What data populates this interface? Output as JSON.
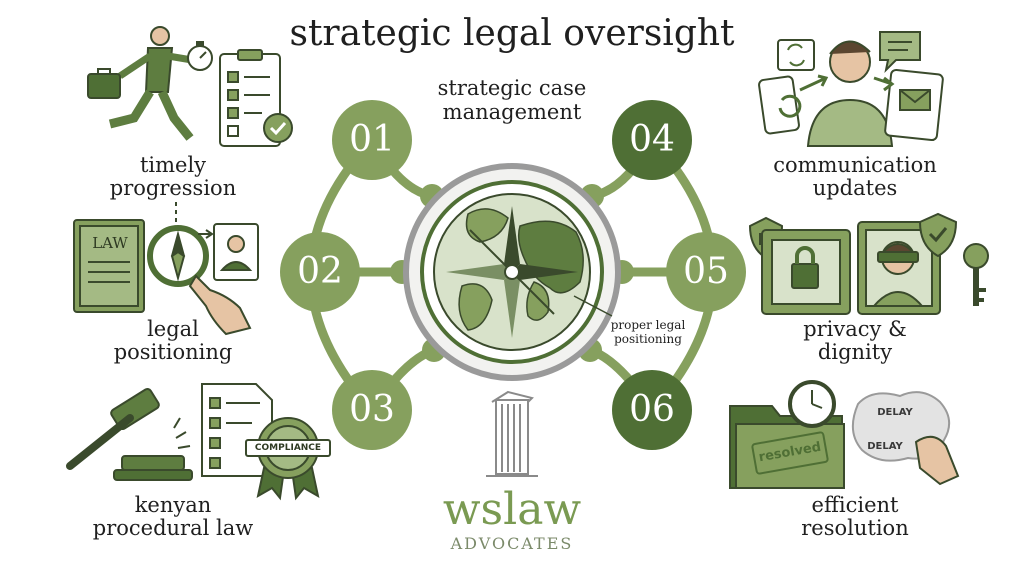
{
  "title": "strategic legal oversight",
  "center": {
    "label": "strategic case management",
    "note": "proper legal positioning"
  },
  "steps": [
    {
      "number": "01",
      "label": "timely progression"
    },
    {
      "number": "02",
      "label": "legal positioning"
    },
    {
      "number": "03",
      "label": "kenyan procedural law"
    },
    {
      "number": "04",
      "label": "communication updates"
    },
    {
      "number": "05",
      "label": "privacy & dignity"
    },
    {
      "number": "06",
      "label": "efficient resolution"
    }
  ],
  "illustration_text": {
    "law_book": "LAW",
    "compliance_seal": "COMPLIANCE",
    "resolved_stamp": "resolved",
    "delay_top": "DELAY",
    "delay_bottom": "DELAY"
  },
  "brand": {
    "name": "wslaw",
    "tagline": "ADVOCATES"
  },
  "colors": {
    "light_green": "#86a05e",
    "dark_green": "#4f6f35",
    "outline": "#3a4a2c"
  }
}
